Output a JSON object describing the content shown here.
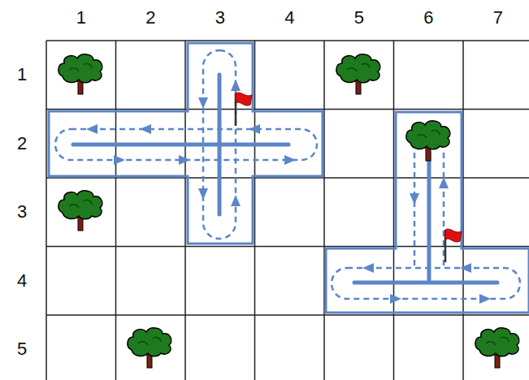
{
  "diagram": {
    "labels": [
      "1",
      "2",
      "3",
      "4",
      "5",
      "6",
      "7",
      "1",
      "2",
      "3",
      "4",
      "5"
    ]
  }
}
